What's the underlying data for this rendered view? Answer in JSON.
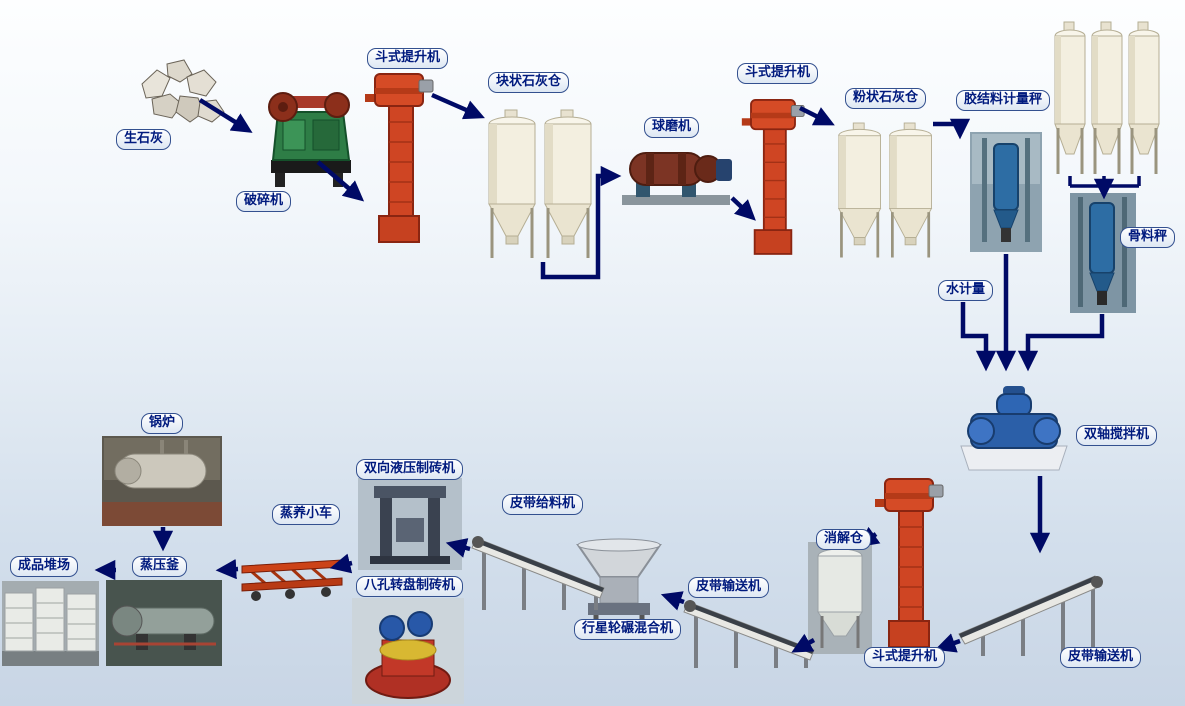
{
  "colors": {
    "arrow": "#000a66",
    "label_text": "#001a7e",
    "label_border": "#33508f",
    "elevator_red": "#cf4523",
    "silo_cream": "#f3efe0",
    "machine_blue": "#2b5fa8"
  },
  "nodes": {
    "quicklime": {
      "label": "生石灰"
    },
    "crusher": {
      "label": "破碎机"
    },
    "bucket_elevator_1": {
      "label": "斗式提升机"
    },
    "lump_lime_silo": {
      "label": "块状石灰仓"
    },
    "ball_mill": {
      "label": "球磨机"
    },
    "bucket_elevator_2": {
      "label": "斗式提升机"
    },
    "powder_lime_silo": {
      "label": "粉状石灰仓"
    },
    "binder_weigher": {
      "label": "胶结料计量秤"
    },
    "aggregate_weigher": {
      "label": "骨料秤"
    },
    "water_meter": {
      "label": "水计量"
    },
    "twin_shaft_mixer": {
      "label": "双轴搅拌机"
    },
    "belt_conveyor_1": {
      "label": "皮带输送机"
    },
    "bucket_elevator_3": {
      "label": "斗式提升机"
    },
    "digestion_silo": {
      "label": "消解仓"
    },
    "belt_conveyor_2": {
      "label": "皮带输送机"
    },
    "planetary_mixer": {
      "label": "行星轮碾混合机"
    },
    "belt_feeder": {
      "label": "皮带给料机"
    },
    "hydraulic_press": {
      "label": "双向液压制砖机"
    },
    "rotary_press": {
      "label": "八孔转盘制砖机"
    },
    "curing_trolley": {
      "label": "蒸养小车"
    },
    "autoclave": {
      "label": "蒸压釜"
    },
    "boiler": {
      "label": "锅炉"
    },
    "product_yard": {
      "label": "成品堆场"
    }
  }
}
